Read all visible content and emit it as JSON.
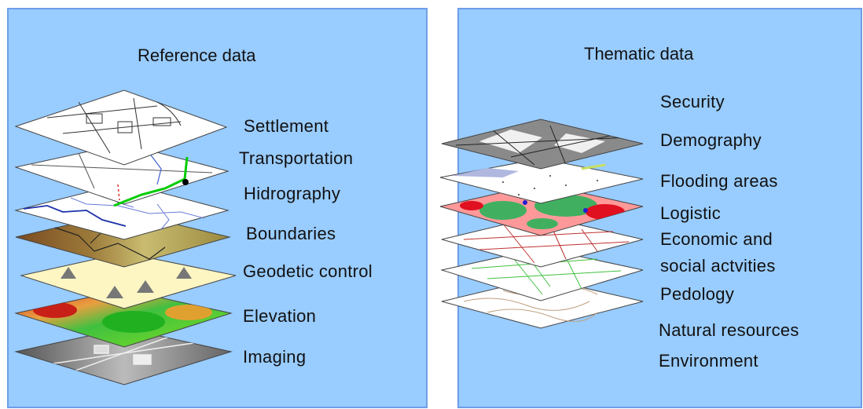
{
  "reference": {
    "title": "Reference data",
    "labels": [
      "Settlement",
      "Transportation",
      "Hidrography",
      "Boundaries",
      "Geodetic control",
      "Elevation",
      "Imaging"
    ]
  },
  "thematic": {
    "title": "Thematic data",
    "labels": [
      "Security",
      "Demography",
      "Flooding areas",
      "Logistic",
      "Economic and",
      "social actvities",
      "Pedology",
      "Natural resources",
      "Environment"
    ]
  },
  "colors": {
    "panel_bg": "#99ccff",
    "panel_border": "#6d9ee8",
    "geodetic_layer": "#fdf6c3",
    "boundaries_layer": "#b7a95c",
    "transport_route": "#00cc00"
  }
}
